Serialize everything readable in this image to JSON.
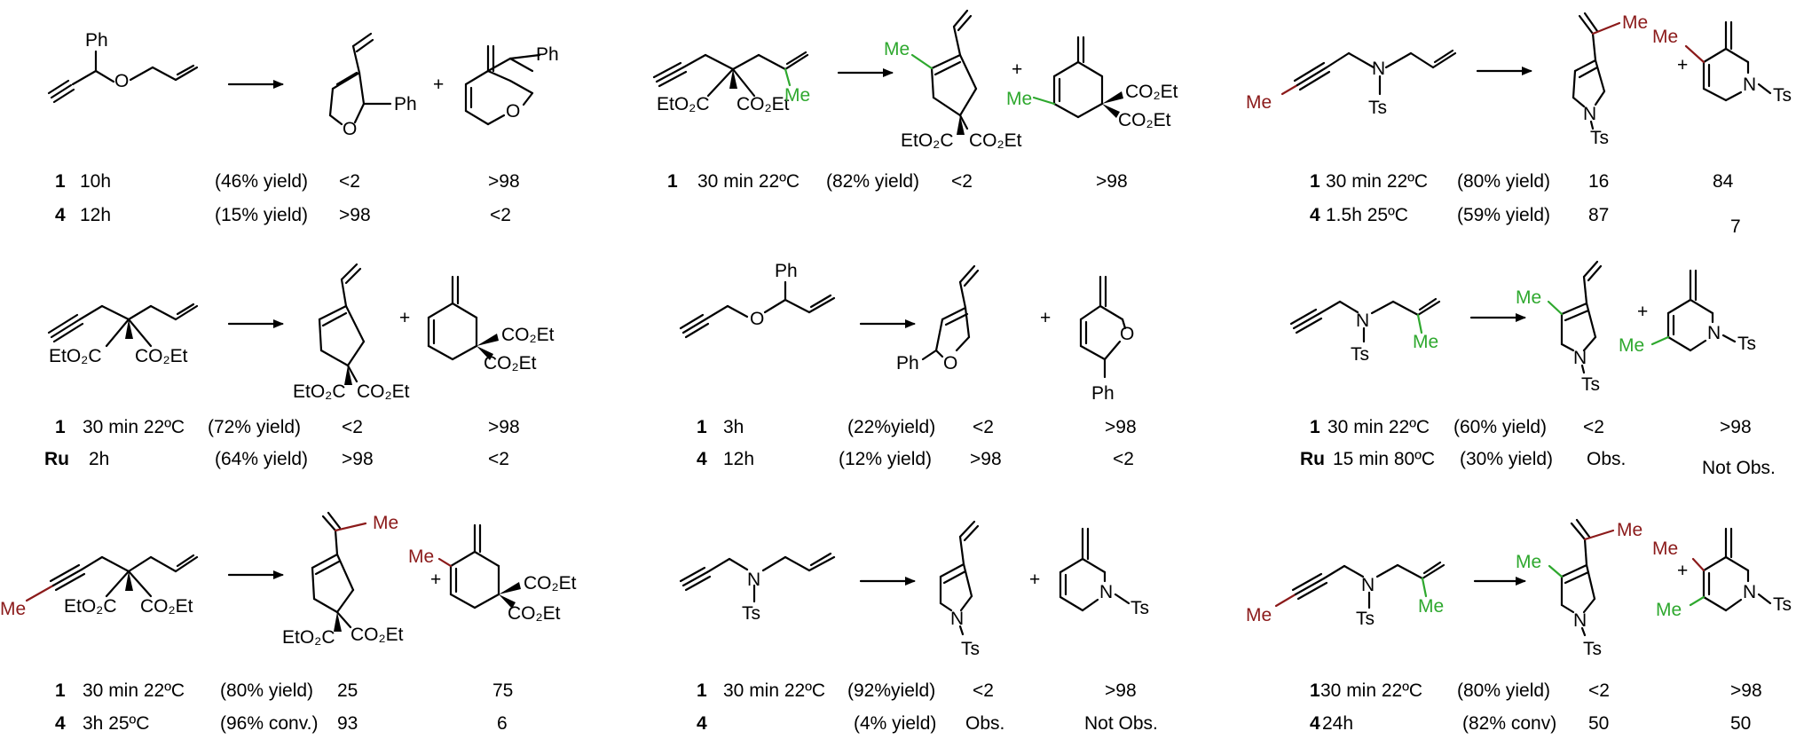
{
  "atoms": {
    "Ph": "Ph",
    "O": "O",
    "N": "N",
    "Ts": "Ts",
    "Me": "Me",
    "plus": "+"
  },
  "esters": {
    "EtO2C": "EtO₂C",
    "CO2Et": "CO₂Et"
  },
  "colors": {
    "methyl_red": "#8b1a1a",
    "methyl_green": "#2ea82e"
  },
  "panels": [
    {
      "id": "A",
      "rows": [
        {
          "cat": "1",
          "cond": "10h",
          "yield": "(46% yield)",
          "p1": "<2",
          "p2": ">98"
        },
        {
          "cat": "4",
          "cond": "12h",
          "yield": "(15% yield)",
          "p1": ">98",
          "p2": "<2"
        }
      ]
    },
    {
      "id": "B",
      "rows": [
        {
          "cat": "1",
          "cond": "30 min 22ºC",
          "yield": "(82% yield)",
          "p1": "<2",
          "p2": ">98"
        }
      ]
    },
    {
      "id": "C",
      "rows": [
        {
          "cat": "1",
          "cond": "30 min 22ºC",
          "yield": "(80% yield)",
          "p1": "16",
          "p2": "84"
        },
        {
          "cat": "4",
          "cond": "1.5h 25ºC",
          "yield": "(59% yield)",
          "p1": "87",
          "p2": "7"
        }
      ]
    },
    {
      "id": "D",
      "rows": [
        {
          "cat": "1",
          "cond": "30 min 22ºC",
          "yield": "(72% yield)",
          "p1": "<2",
          "p2": ">98"
        },
        {
          "cat": "Ru",
          "cond": "2h",
          "yield": "(64% yield)",
          "p1": ">98",
          "p2": "<2"
        }
      ]
    },
    {
      "id": "E",
      "rows": [
        {
          "cat": "1",
          "cond": "3h",
          "yield": "(22%yield)",
          "p1": "<2",
          "p2": ">98"
        },
        {
          "cat": "4",
          "cond": "12h",
          "yield": "(12% yield)",
          "p1": ">98",
          "p2": "<2"
        }
      ]
    },
    {
      "id": "F",
      "rows": [
        {
          "cat": "1",
          "cond": "30 min 22ºC",
          "yield": "(60% yield)",
          "p1": "<2",
          "p2": ">98"
        },
        {
          "cat": "Ru",
          "cond": "15 min 80ºC",
          "yield": "(30% yield)",
          "p1": "Obs.",
          "p2": "Not Obs."
        }
      ]
    },
    {
      "id": "G",
      "rows": [
        {
          "cat": "1",
          "cond": "30 min 22ºC",
          "yield": "(80% yield)",
          "p1": "25",
          "p2": "75"
        },
        {
          "cat": "4",
          "cond": "3h 25ºC",
          "yield": "(96% conv.)",
          "p1": "93",
          "p2": "6"
        }
      ]
    },
    {
      "id": "H",
      "rows": [
        {
          "cat": "1",
          "cond": "30 min 22ºC",
          "yield": "(92%yield)",
          "p1": "<2",
          "p2": ">98"
        },
        {
          "cat": "4",
          "cond": "",
          "yield": "(4% yield)",
          "p1": "Obs.",
          "p2": "Not Obs."
        }
      ]
    },
    {
      "id": "I",
      "rows": [
        {
          "cat": "1",
          "cond": "30 min 22ºC",
          "yield": "(80% yield)",
          "p1": "<2",
          "p2": ">98"
        },
        {
          "cat": "4",
          "cond": "24h",
          "yield": "(82% conv)",
          "p1": "50",
          "p2": "50"
        }
      ]
    }
  ]
}
